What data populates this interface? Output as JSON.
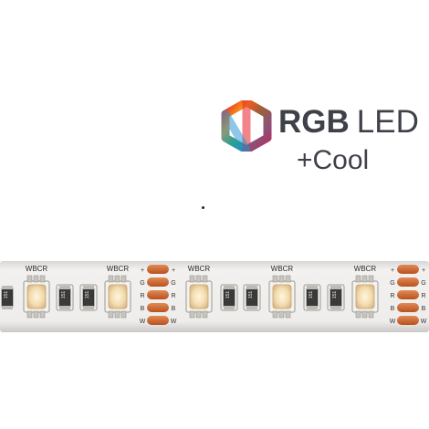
{
  "badge": {
    "title_strong": "RGB",
    "title_light": "LED",
    "subtitle": "+Cool",
    "logo_colors": [
      "#e8212a",
      "#f7a21b",
      "#f4e11a",
      "#3fae49",
      "#1e8fd6",
      "#7b3fa0"
    ],
    "text_color": "#3f4148"
  },
  "strip": {
    "chip_label": "WBCR",
    "resistor_label": "151",
    "pad_signs": [
      "+",
      "G",
      "R",
      "B",
      "W"
    ],
    "board_color": "#ecebe9",
    "pad_color": "#c85b2a"
  }
}
